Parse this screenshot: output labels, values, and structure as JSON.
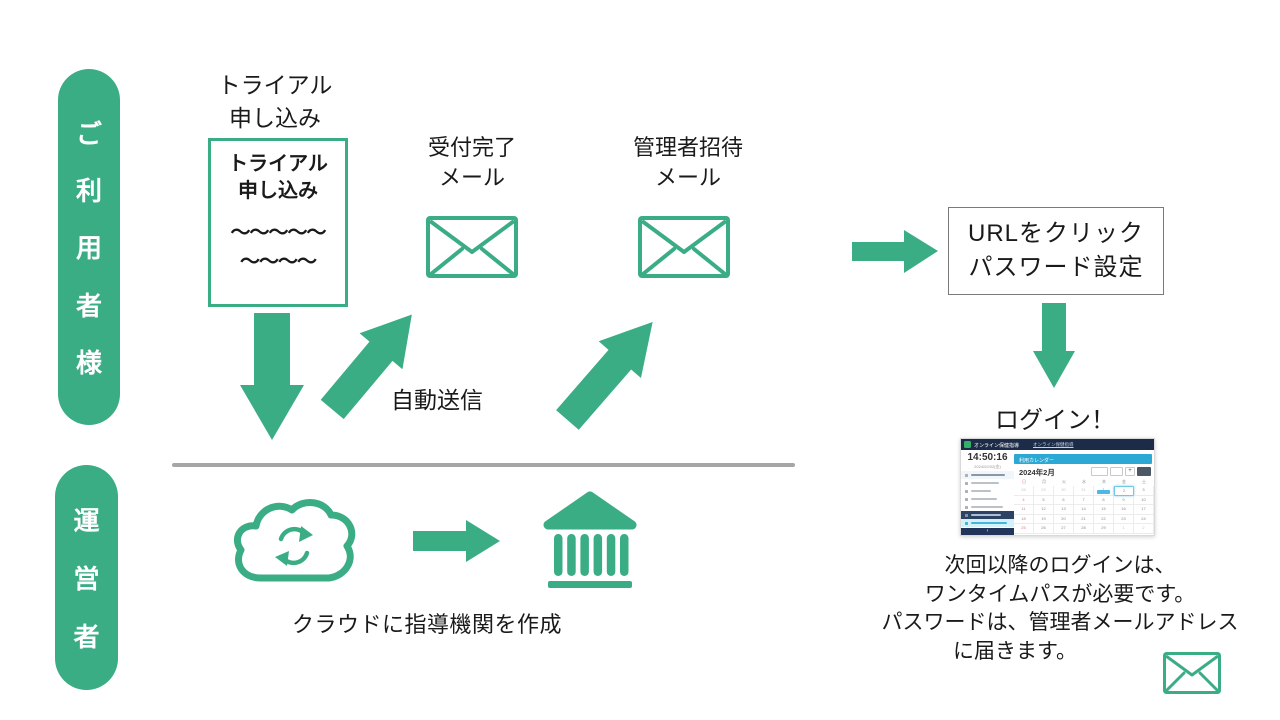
{
  "colors": {
    "green": "#3BAD84",
    "divider_gray": "#A6A6A6",
    "box_border_gray": "#7A7A7A",
    "text": "#1A1A1A",
    "mini_navy": "#1C2B47",
    "mini_cyan": "#2BA9D4",
    "mini_active_blue": "#6FC9E8"
  },
  "actors": {
    "user": "ご利用者様",
    "operator": "運営者"
  },
  "trial": {
    "label_line1": "トライアル",
    "label_line2": "申し込み",
    "doc_line1": "トライアル",
    "doc_line2": "申し込み",
    "doc_wave1": "～～～～～",
    "doc_wave2": "～～～～"
  },
  "mails": {
    "mail1_line1": "受付完了",
    "mail1_line2": "メール",
    "mail2_line1": "管理者招待",
    "mail2_line2": "メール",
    "auto_send_label": "自動送信"
  },
  "cloud_flow": {
    "caption": "クラウドに指導機関を作成"
  },
  "login_flow": {
    "box_line1": "URLをクリック",
    "box_line2": "パスワード設定",
    "login_label": "ログイン！",
    "note_line1": "次回以降のログインは、",
    "note_line2": "ワンタイムパスが必要です。",
    "note_line3": "パスワードは、管理者メールアドレス",
    "note_line4": "に届きます。"
  },
  "mini_app": {
    "app_title": "オンライン保健指導",
    "breadcrumb": "オンライン保健指導",
    "time": "14:50:16",
    "date": "2024/02/02(金)",
    "strip_title": "利用カレンダー",
    "month_title": "2024年2月",
    "plus_label": "+",
    "collapse_label": "‹",
    "weekdays": [
      "日",
      "月",
      "火",
      "水",
      "木",
      "金",
      "土"
    ],
    "weeks": [
      [
        28,
        29,
        30,
        31,
        1,
        2,
        3
      ],
      [
        4,
        5,
        6,
        7,
        8,
        9,
        10
      ],
      [
        11,
        12,
        13,
        14,
        15,
        16,
        17
      ],
      [
        18,
        19,
        20,
        21,
        22,
        23,
        24
      ],
      [
        25,
        26,
        27,
        28,
        29,
        1,
        2
      ]
    ],
    "active_cell": [
      0,
      5
    ],
    "chip_cell": [
      0,
      4
    ],
    "sidebar_rows": [
      {
        "type": "section"
      },
      {
        "type": "item"
      },
      {
        "type": "item"
      },
      {
        "type": "item"
      },
      {
        "type": "item"
      },
      {
        "type": "dark"
      },
      {
        "type": "active"
      },
      {
        "type": "item"
      }
    ]
  }
}
